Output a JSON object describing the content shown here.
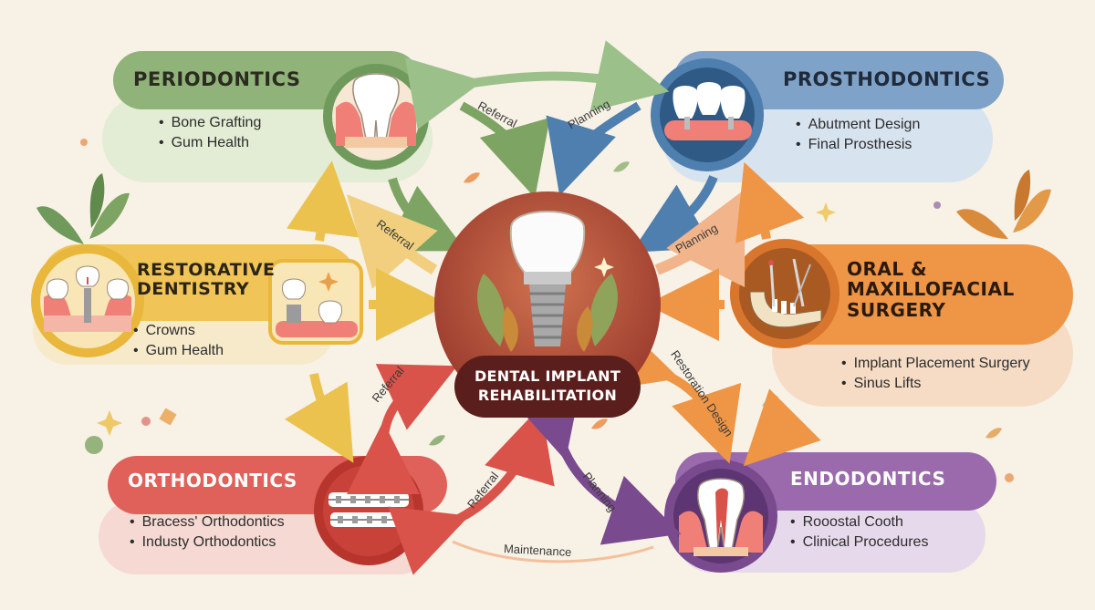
{
  "center": {
    "line1": "DENTAL IMPLANT",
    "line2": "REHABILITATION"
  },
  "nodes": {
    "periodontics": {
      "title": "PERIODONTICS",
      "items": [
        "Bone Grafting",
        "Gum Health"
      ],
      "color": "#7ea463"
    },
    "prosthodontics": {
      "title": "PROSTHODONTICS",
      "items": [
        "Abutment Design",
        "Final Prosthesis"
      ],
      "color": "#4f7fae"
    },
    "restorative": {
      "title_line1": "RESTORATIVE",
      "title_line2": "DENTISTRY",
      "items": [
        "Crowns",
        "Gum Health"
      ],
      "color": "#e9b73b"
    },
    "oral_surgery": {
      "title_line1": "ORAL &",
      "title_line2": "MAXILLOFACIAL",
      "title_line3": "SURGERY",
      "items": [
        "Implant Placement Surgery",
        "Sinus Lifts"
      ],
      "color": "#e8873d"
    },
    "orthodontics": {
      "title": "ORTHODONTICS",
      "items": [
        "Bracess' Orthodontics",
        "Industy Orthodontics"
      ],
      "color": "#d9534a"
    },
    "endodontics": {
      "title": "ENDODONTICS",
      "items": [
        "Rooostal Cooth",
        "Clinical Procedures"
      ],
      "color": "#7a4a8f"
    }
  },
  "arrow_labels": {
    "perio_prostho": "Referral",
    "prostho_perio": "Planning",
    "perio_center": "Referral",
    "prostho_center": "Planning",
    "ortho_center": "Referral",
    "center_endo_diag": "Restoration Design",
    "bottom_referral": "Referral",
    "bottom_planning": "Planning",
    "maintenance": "Maintenance"
  }
}
